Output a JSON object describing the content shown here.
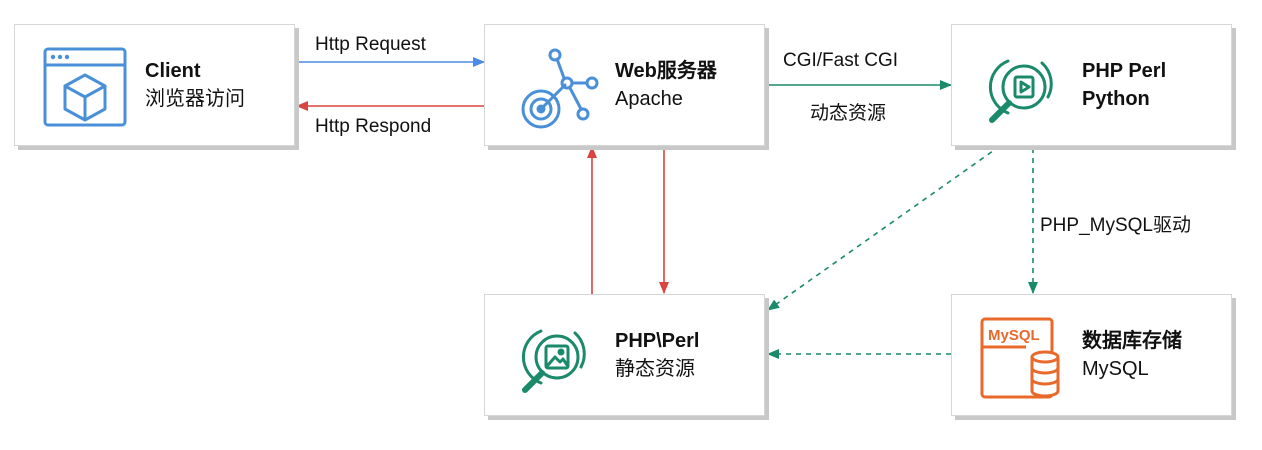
{
  "colors": {
    "blue": "#4a8ae8",
    "red": "#d9443f",
    "green": "#1a8a6a",
    "icon_blue": "#4a90d9",
    "icon_green": "#1a8a6a",
    "icon_orange": "#e8692a"
  },
  "nodes": {
    "client": {
      "title": "Client",
      "subtitle": "浏览器访问",
      "icon": "browser-cube-icon"
    },
    "web": {
      "title": "Web服务器",
      "subtitle": "Apache",
      "icon": "network-target-icon"
    },
    "php_dyn": {
      "title": "PHP Perl",
      "subtitle": "Python",
      "icon": "search-play-icon"
    },
    "php_static": {
      "title": "PHP\\Perl",
      "subtitle": "静态资源",
      "icon": "search-image-icon"
    },
    "db": {
      "title": "数据库存储",
      "subtitle": "MySQL",
      "icon": "mysql-database-icon",
      "logo_text": "MySQL"
    }
  },
  "edges": {
    "request": "Http Request",
    "respond": "Http Respond",
    "cgi": "CGI/Fast CGI",
    "dynamic": "动态资源",
    "mysql_driver": "PHP_MySQL驱动"
  }
}
